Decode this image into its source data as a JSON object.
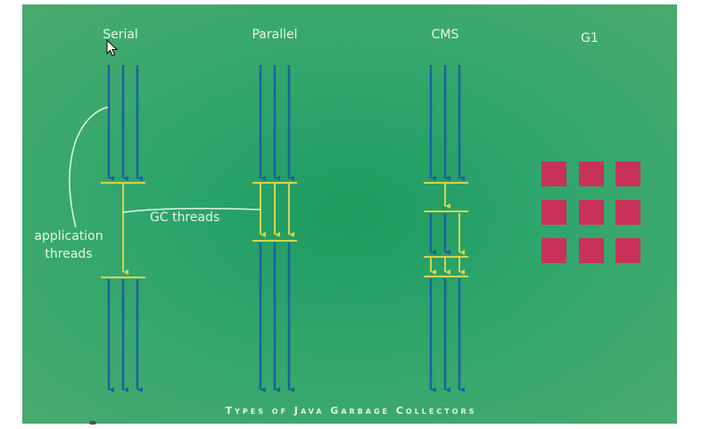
{
  "columns": [
    {
      "key": "serial",
      "title": "Serial"
    },
    {
      "key": "parallel",
      "title": "Parallel"
    },
    {
      "key": "cms",
      "title": "CMS"
    },
    {
      "key": "g1",
      "title": "G1"
    }
  ],
  "annotations": {
    "application_threads": [
      "application",
      "threads"
    ],
    "gc_threads": "GC threads"
  },
  "footer_text": "Types of Java Garbage Collectors",
  "colors": {
    "background": "#2fa468",
    "app_thread": "#1e5fa0",
    "gc_thread": "#d9d24a",
    "text": "#e8f3ea",
    "g1_region": "#c8325a"
  },
  "icons": [
    "mouse-cursor-icon"
  ]
}
